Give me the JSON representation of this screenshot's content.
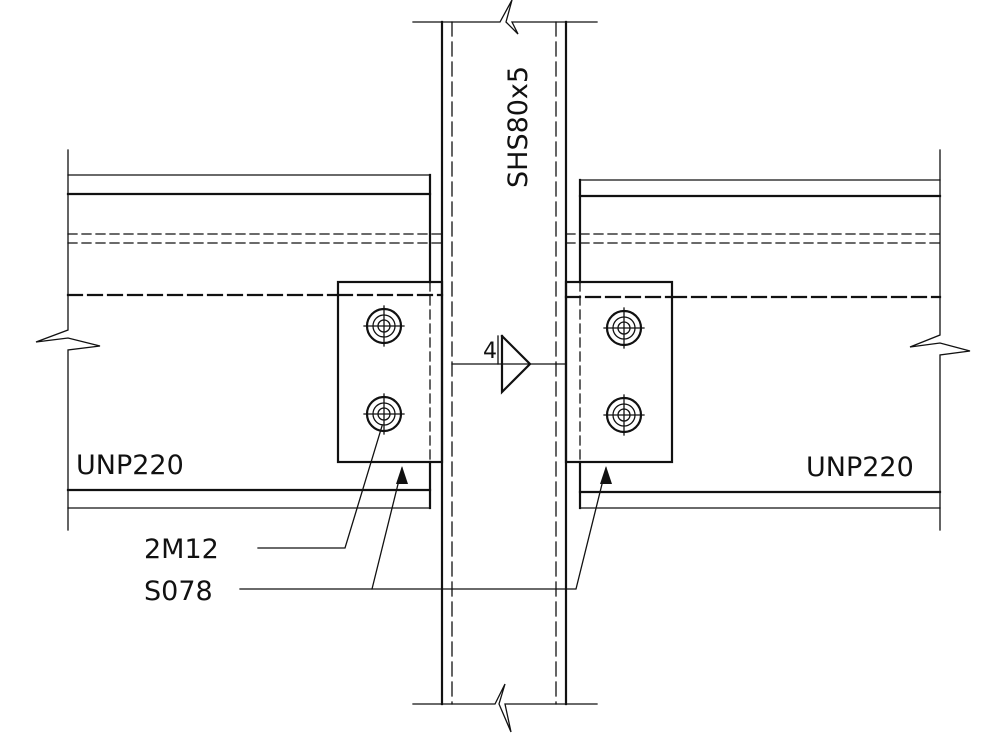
{
  "column": {
    "label": "SHS80x5"
  },
  "beam_left": {
    "label": "UNP220"
  },
  "beam_right": {
    "label": "UNP220"
  },
  "weld": {
    "size_label": "4"
  },
  "callouts": {
    "bolts_label": "2M12",
    "plate_label": "S078"
  },
  "colors": {
    "line": "#111111",
    "background": "#ffffff"
  }
}
